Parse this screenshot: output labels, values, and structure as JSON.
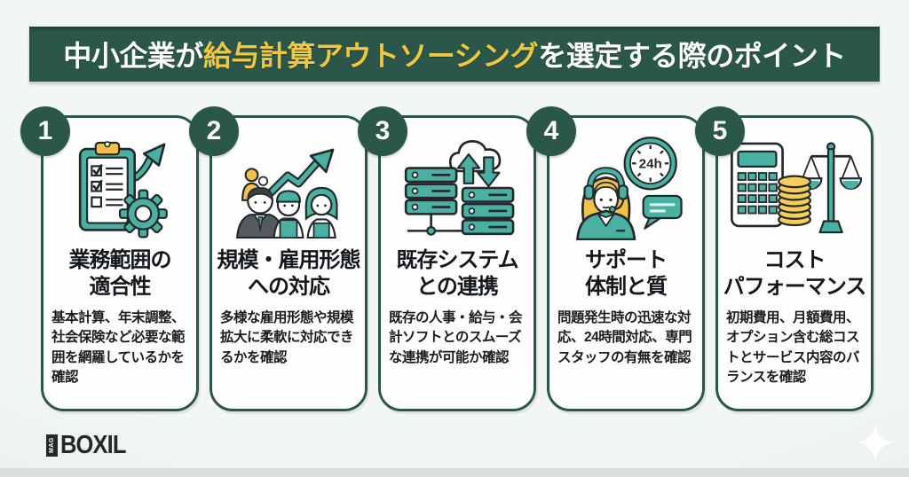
{
  "header": {
    "text_before": "中小企業が",
    "text_highlight": "給与計算アウトソーシング",
    "text_after": "を選定する際のポイント"
  },
  "cards": [
    {
      "number": "1",
      "icon": "clipboard-checklist-gear-icon",
      "title_line1": "業務範囲の",
      "title_line2": "適合性",
      "description": "基本計算、年末調整、社会保険など必要な範囲を網羅しているかを確認"
    },
    {
      "number": "2",
      "icon": "employees-growth-arrow-icon",
      "title_line1": "規模・雇用形態",
      "title_line2": "への対応",
      "description": "多様な雇用形態や規模拡大に柔軟に対応できるかを確認"
    },
    {
      "number": "3",
      "icon": "server-cloud-sync-icon",
      "title_line1": "既存システム",
      "title_line2": "との連携",
      "description": "既存の人事・給与・会計ソフトとのスムーズな連携が可能か確認"
    },
    {
      "number": "4",
      "icon": "support-operator-24h-icon",
      "title_line1": "サポート",
      "title_line2": "体制と質",
      "description": "問題発生時の迅速な対応、24時間対応、専門スタッフの有無を確認",
      "clock_label": "24h"
    },
    {
      "number": "5",
      "icon": "calculator-coins-scale-icon",
      "title_line1": "コスト",
      "title_line2": "パフォーマンス",
      "description": "初期費用、月額費用、オプション含む総コストとサービス内容のバランスを確認"
    }
  ],
  "footer": {
    "logo_mag": "MAG",
    "logo_boxil": "BOXIL"
  },
  "colors": {
    "banner_bg": "#2b574b",
    "highlight_yellow": "#f2c63f",
    "card_border": "#2b574b",
    "icon_teal": "#4ab0a1",
    "icon_yellow": "#f3c14b",
    "background": "#edf3f0"
  }
}
